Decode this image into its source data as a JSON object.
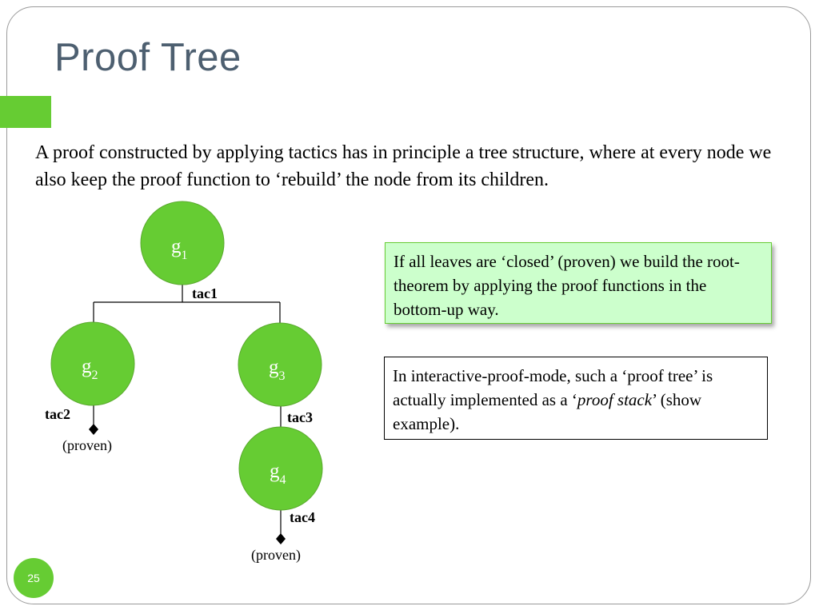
{
  "slide": {
    "title": "Proof Tree",
    "intro": "A proof constructed by applying tactics has in principle a tree structure, where at every node we also keep the proof function to ‘rebuild’ the node from its children.",
    "page_number": "25"
  },
  "tree": {
    "nodes": [
      {
        "id": "g1",
        "base": "g",
        "sub": "1"
      },
      {
        "id": "g2",
        "base": "g",
        "sub": "2"
      },
      {
        "id": "g3",
        "base": "g",
        "sub": "3"
      },
      {
        "id": "g4",
        "base": "g",
        "sub": "4"
      }
    ],
    "tactics": [
      "tac1",
      "tac2",
      "tac3",
      "tac4"
    ],
    "proven_label": "(proven)"
  },
  "callouts": {
    "bottom_up": "If all leaves are ‘closed’ (proven) we build the root-theorem by applying the proof functions in the bottom-up way.",
    "stack_prefix": " In interactive-proof-mode, such a ‘proof tree’ is actually implemented as a ‘",
    "stack_emphasis": "proof stack",
    "stack_suffix": "’ (show example)."
  },
  "colors": {
    "accent": "#66cc33",
    "title": "#4d5f70",
    "callout_fill": "#ccffcc"
  }
}
